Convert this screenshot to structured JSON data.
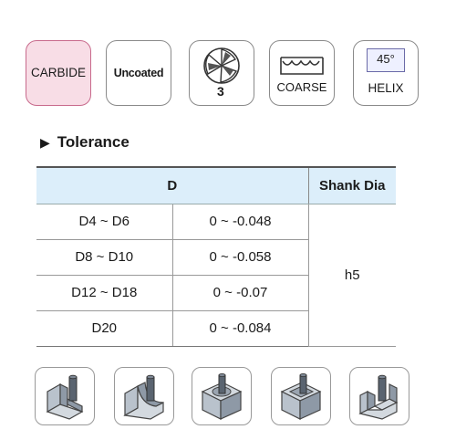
{
  "badges": {
    "carbide": "CARBIDE",
    "uncoated": "Uncoated",
    "flute_count": "3",
    "coarse": "COARSE",
    "helix_angle": "45°",
    "helix": "HELIX"
  },
  "tolerance": {
    "title": "Tolerance",
    "headers": {
      "d": "D",
      "shank": "Shank Dia"
    },
    "rows": [
      {
        "d": "D4 ~ D6",
        "tol": "0 ~ -0.048"
      },
      {
        "d": "D8 ~ D10",
        "tol": "0 ~ -0.058"
      },
      {
        "d": "D12 ~ D18",
        "tol": "0 ~ -0.07"
      },
      {
        "d": "D20",
        "tol": "0 ~ -0.084"
      }
    ],
    "shank_value": "h5"
  },
  "colors": {
    "carbide_fill": "#f8dde6",
    "header_fill": "#dceefa",
    "helix_fill": "#eef0ff"
  }
}
